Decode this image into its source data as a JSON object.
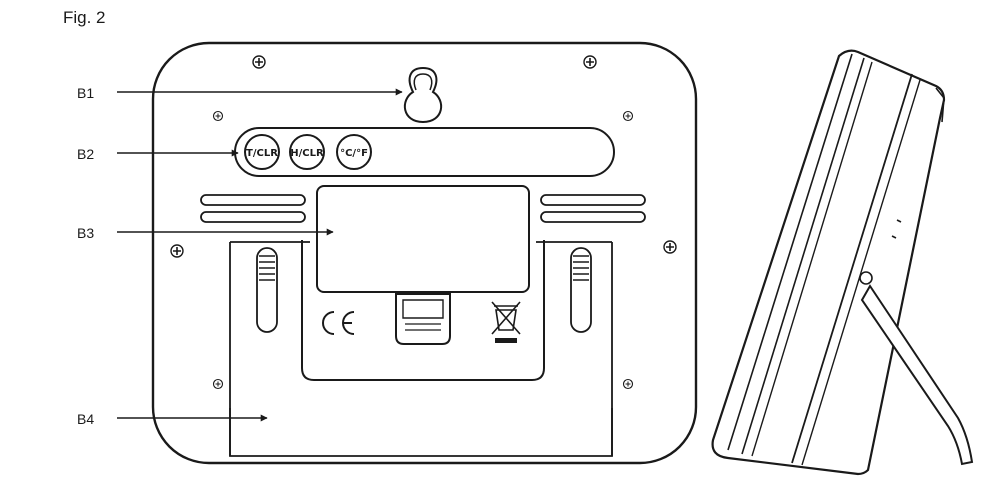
{
  "figure": {
    "caption": "Fig. 2"
  },
  "callouts": [
    {
      "id": "B1",
      "label": "B1"
    },
    {
      "id": "B2",
      "label": "B2"
    },
    {
      "id": "B3",
      "label": "B3"
    },
    {
      "id": "B4",
      "label": "B4"
    }
  ],
  "buttons": [
    {
      "label": "T/CLR"
    },
    {
      "label": "H/CLR"
    },
    {
      "label": "°C/°F"
    }
  ],
  "marks": {
    "ce": "CE",
    "weee_icon": "crossed-bin-icon"
  }
}
